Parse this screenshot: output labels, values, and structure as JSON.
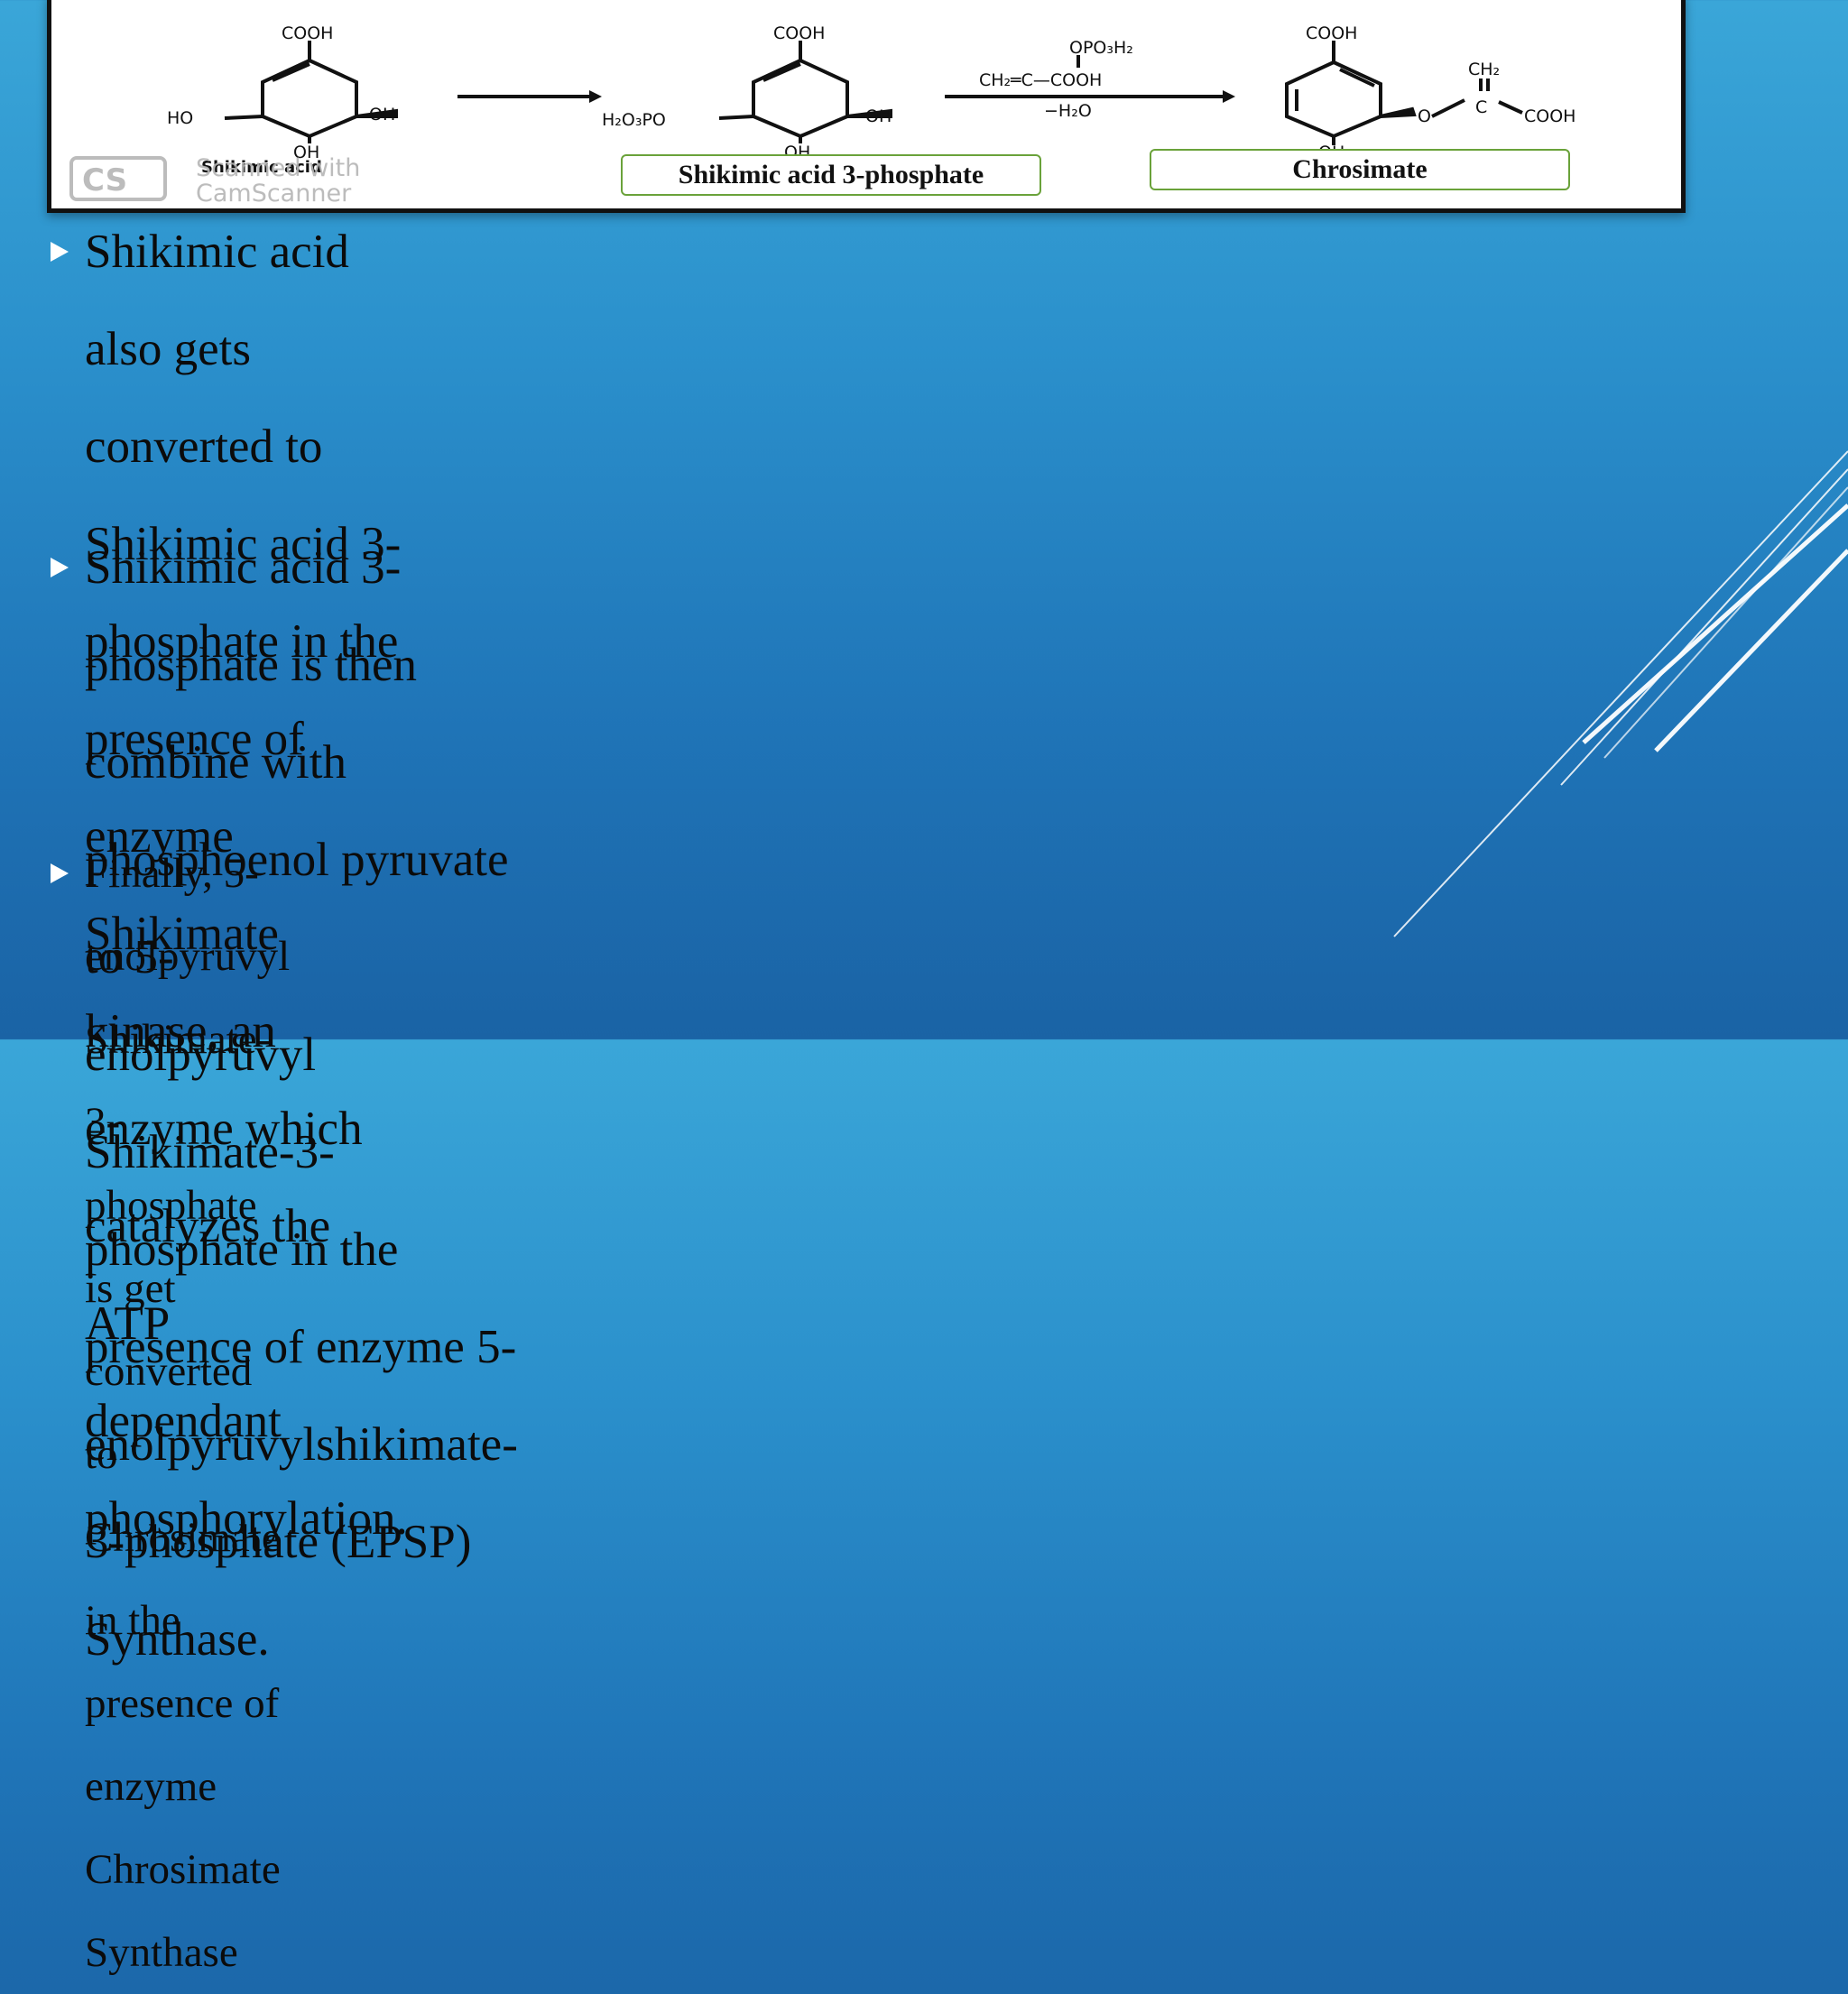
{
  "diagram": {
    "compound1": {
      "top_group": "COOH",
      "left_group": "HO",
      "right_group": "OH",
      "bottom_group": "OH",
      "name": "Shikimic acid"
    },
    "compound2": {
      "top_group": "COOH",
      "left_group": "H₂O₃PO",
      "right_group": "OH",
      "bottom_group": "OH"
    },
    "reagent": {
      "top": "OPO₃H₂",
      "middle": "CH₂═C—COOH",
      "bottom": "−H₂O"
    },
    "compound3": {
      "top_group": "COOH",
      "bottom_group": "OH",
      "ether_o": "O",
      "ch2": "CH₂",
      "c": "C",
      "cooh": "COOH"
    },
    "watermark": {
      "logo": "CS",
      "line1": "Scanned with",
      "line2": "CamScanner"
    },
    "label2": "Shikimic acid 3-phosphate",
    "label3": "Chrosimate"
  },
  "bullets": [
    {
      "lines": [
        "Shikimic acid also gets converted to Shikimic acid 3-phosphate in the",
        "presence of enzyme Shikimate kinase, an enzyme which catalyzes the ATP",
        "dependant phosphorylation."
      ]
    },
    {
      "lines": [
        "Shikimic acid 3-phosphate is then combine with phosphoenol pyruvate to 5-",
        "enolpyruvyl Shikimate-3-phosphate in the presence of enzyme 5-",
        "enolpyruvylshikimate-3-phosphate (EPSP) Synthase."
      ]
    },
    {
      "lines": [
        "Finally, 5-enolpyruvyl Shikimate-3-phosphate is get converted to Chrosimate in the",
        "presence of enzyme Chrosimate Synthase"
      ]
    }
  ],
  "colors": {
    "background_top": "#3aa6d8",
    "background_bottom": "#1a63a5",
    "label_border": "#6aa23a",
    "bullet_marker": "#ffffff"
  }
}
